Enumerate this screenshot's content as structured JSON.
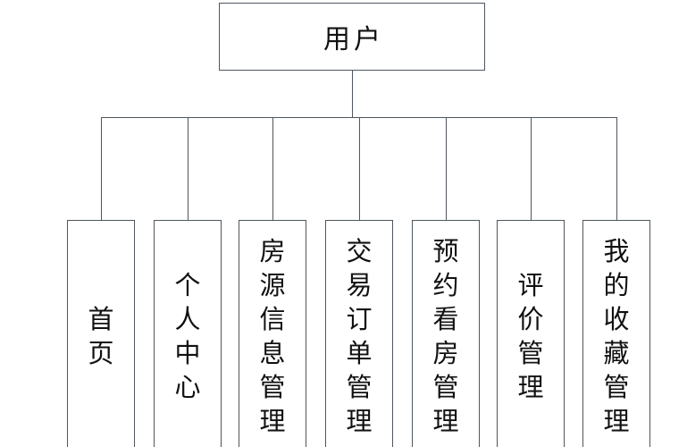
{
  "diagram": {
    "title": "user-function-tree",
    "root": {
      "label": "用户"
    },
    "children": [
      {
        "label": "首页"
      },
      {
        "label": "个人中心"
      },
      {
        "label": "房源信息管理"
      },
      {
        "label": "交易订单管理"
      },
      {
        "label": "预约看房管理"
      },
      {
        "label": "评价管理"
      },
      {
        "label": "我的收藏管理"
      }
    ],
    "colors": {
      "line": "#4e565e",
      "border": "#4e565e",
      "text": "#111111",
      "background": "#ffffff"
    }
  }
}
